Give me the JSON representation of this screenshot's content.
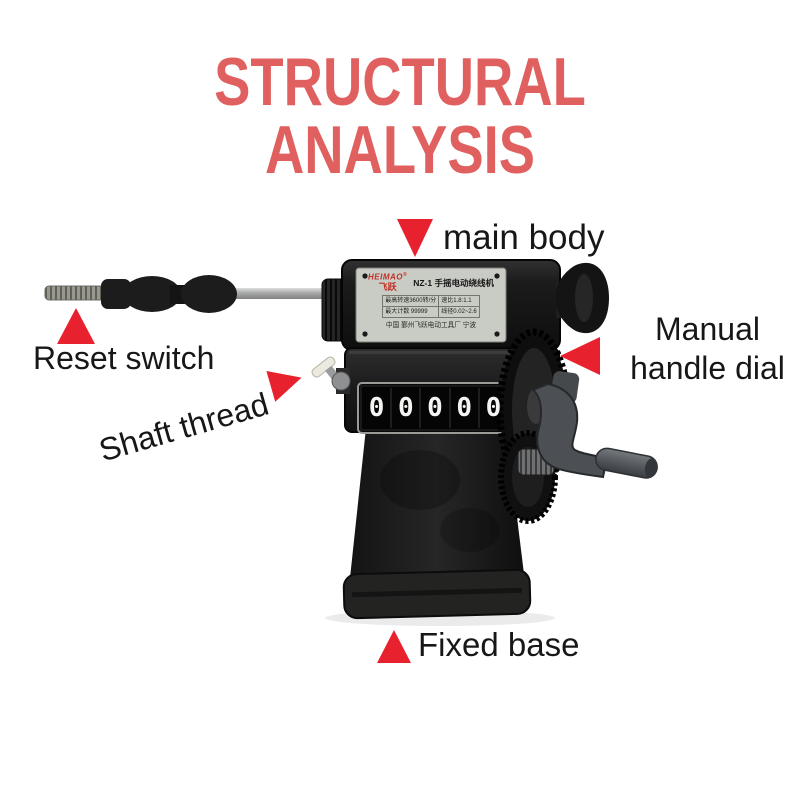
{
  "title": {
    "text": "STRUCTURAL ANALYSIS"
  },
  "colors": {
    "title_red": "#e06060",
    "arrow_red": "#e8212e",
    "label_black": "#171717",
    "plate_silver": "#c9cbc5",
    "brand_red": "#c23126"
  },
  "annotations": {
    "main_body": {
      "label": "main body"
    },
    "reset_switch": {
      "label": "Reset switch"
    },
    "manual_handle_dial": {
      "line1": "Manual",
      "line2": "handle dial"
    },
    "shaft_thread": {
      "label": "Shaft thread"
    },
    "fixed_base": {
      "label": "Fixed base"
    }
  },
  "machine": {
    "name_plate": {
      "brand": "HEIMAO",
      "reg_mark": "®",
      "brand_cn": "飞跃",
      "model": "NZ-1 手摇电动绕线机",
      "spec_rows": [
        [
          "最高转速3600转/分",
          "速比1.8:1.1"
        ],
        [
          "最大计数 99999",
          "线径0.02~2.6"
        ]
      ],
      "factory": "中国 鄞州飞跃电动工具厂 宁波"
    },
    "counter": {
      "digits": [
        "0",
        "0",
        "0",
        "0",
        "0"
      ]
    }
  }
}
